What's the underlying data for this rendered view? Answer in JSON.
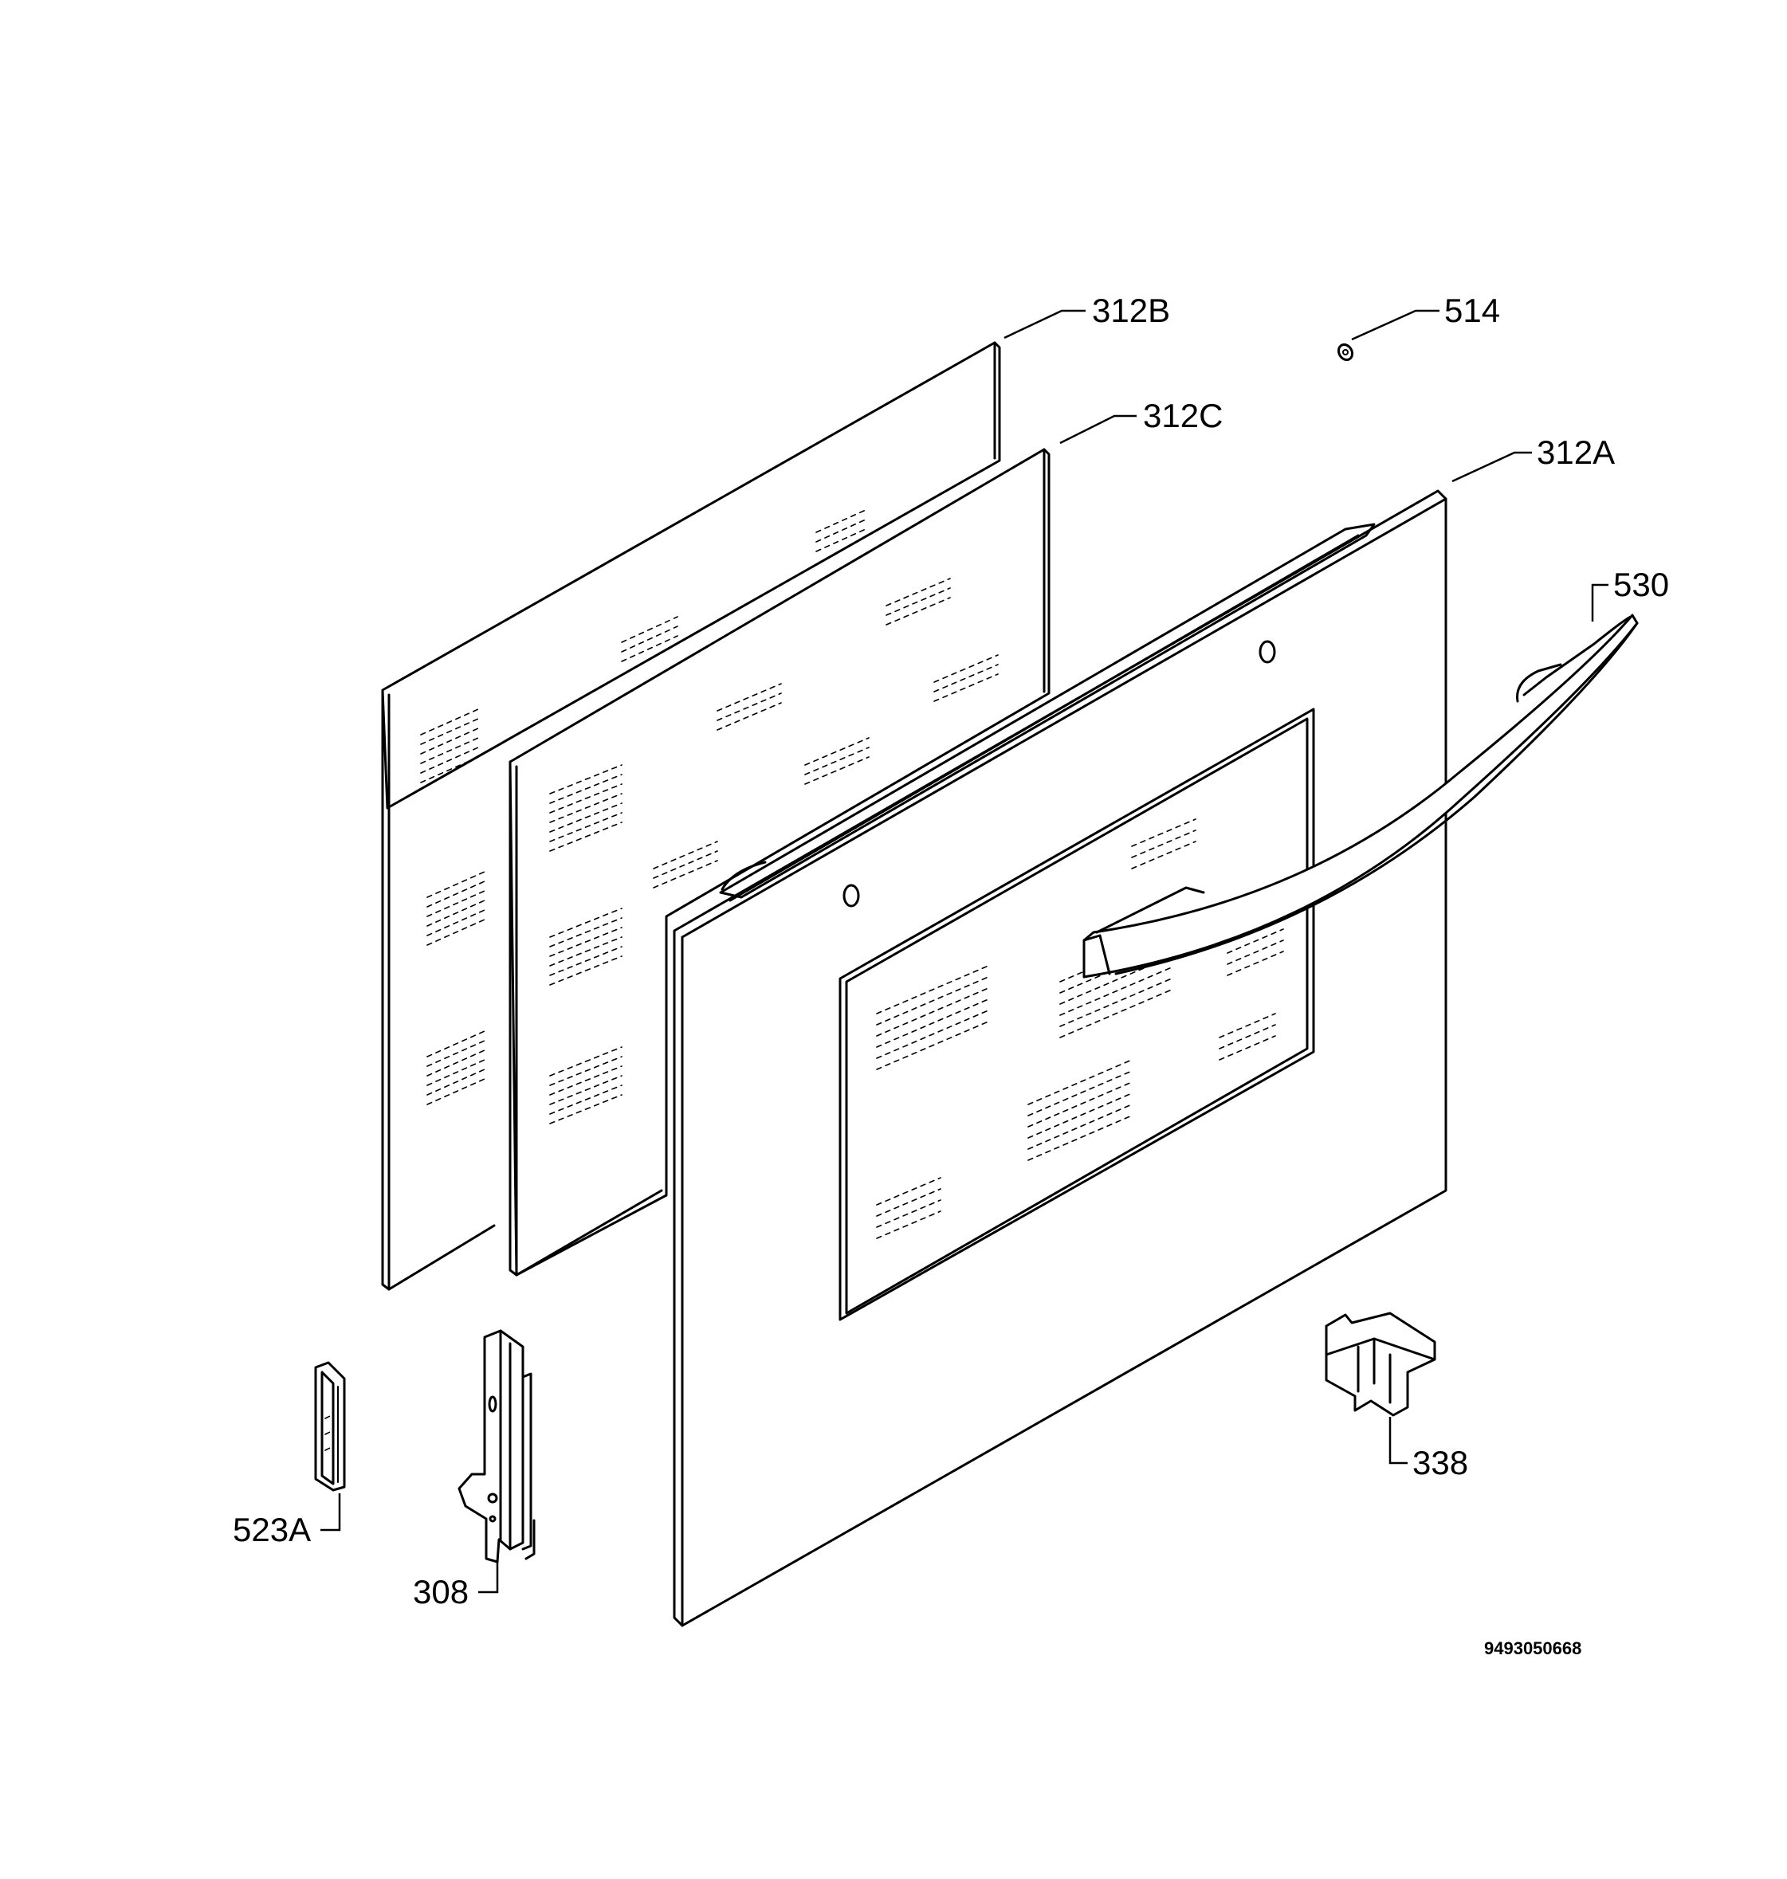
{
  "callouts": {
    "c312B": "312B",
    "c514": "514",
    "c312C": "312C",
    "c312A": "312A",
    "c530": "530",
    "c338": "338",
    "c523A": "523A",
    "c308": "308"
  },
  "document_number": "9493050668"
}
